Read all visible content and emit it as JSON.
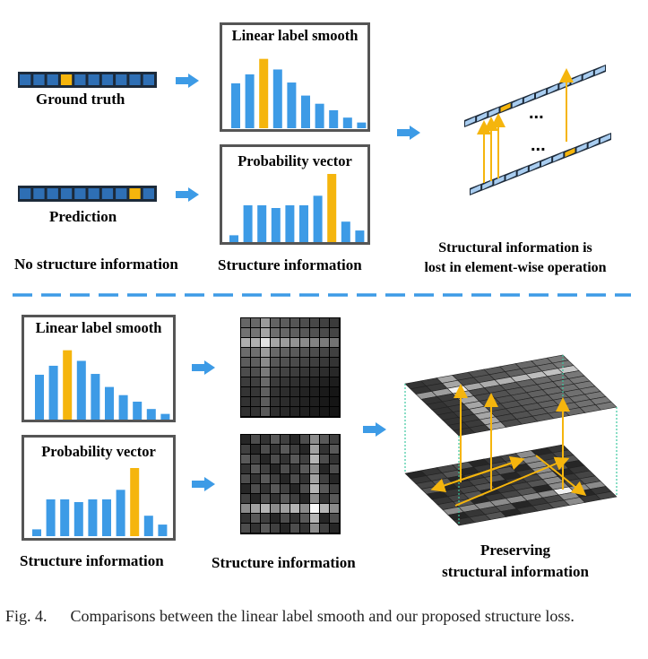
{
  "top": {
    "gt_label": "Ground truth",
    "pred_label": "Prediction",
    "no_struct_label": "No structure information",
    "box1_title": "Linear label smooth",
    "box2_title": "Probability vector",
    "struct_label": "Structure information",
    "lost_line1": "Structural information is",
    "lost_line2": "lost in element-wise operation",
    "gt_vector": [
      0,
      0,
      0,
      0,
      0,
      0,
      0,
      0,
      0,
      0
    ],
    "gt_hot": 3,
    "pred_hot": 8,
    "box1_bars": [
      0.55,
      0.66,
      0.85,
      0.72,
      0.56,
      0.4,
      0.3,
      0.22,
      0.13,
      0.07
    ],
    "box1_hot": 2,
    "box2_bars": [
      0.1,
      0.54,
      0.54,
      0.5,
      0.54,
      0.54,
      0.68,
      1.0,
      0.3,
      0.17
    ],
    "box2_hot": 7
  },
  "bottom": {
    "box1_title": "Linear label smooth",
    "box2_title": "Probability vector",
    "struct_label_left": "Structure information",
    "struct_label_mid": "Structure information",
    "preserve_line1": "Preserving",
    "preserve_line2": "structural information"
  },
  "caption": {
    "fig": "Fig. 4.",
    "text": "Comparisons between the linear label smooth and our proposed structure loss."
  },
  "colors": {
    "blue": "#3d9be6",
    "orange": "#f5b50d",
    "arrow_blue": "#3d9be6",
    "dashed_blue": "#3d9be6",
    "vector_cell": "#2e6fb5",
    "vector_border": "#1c2a3a"
  }
}
